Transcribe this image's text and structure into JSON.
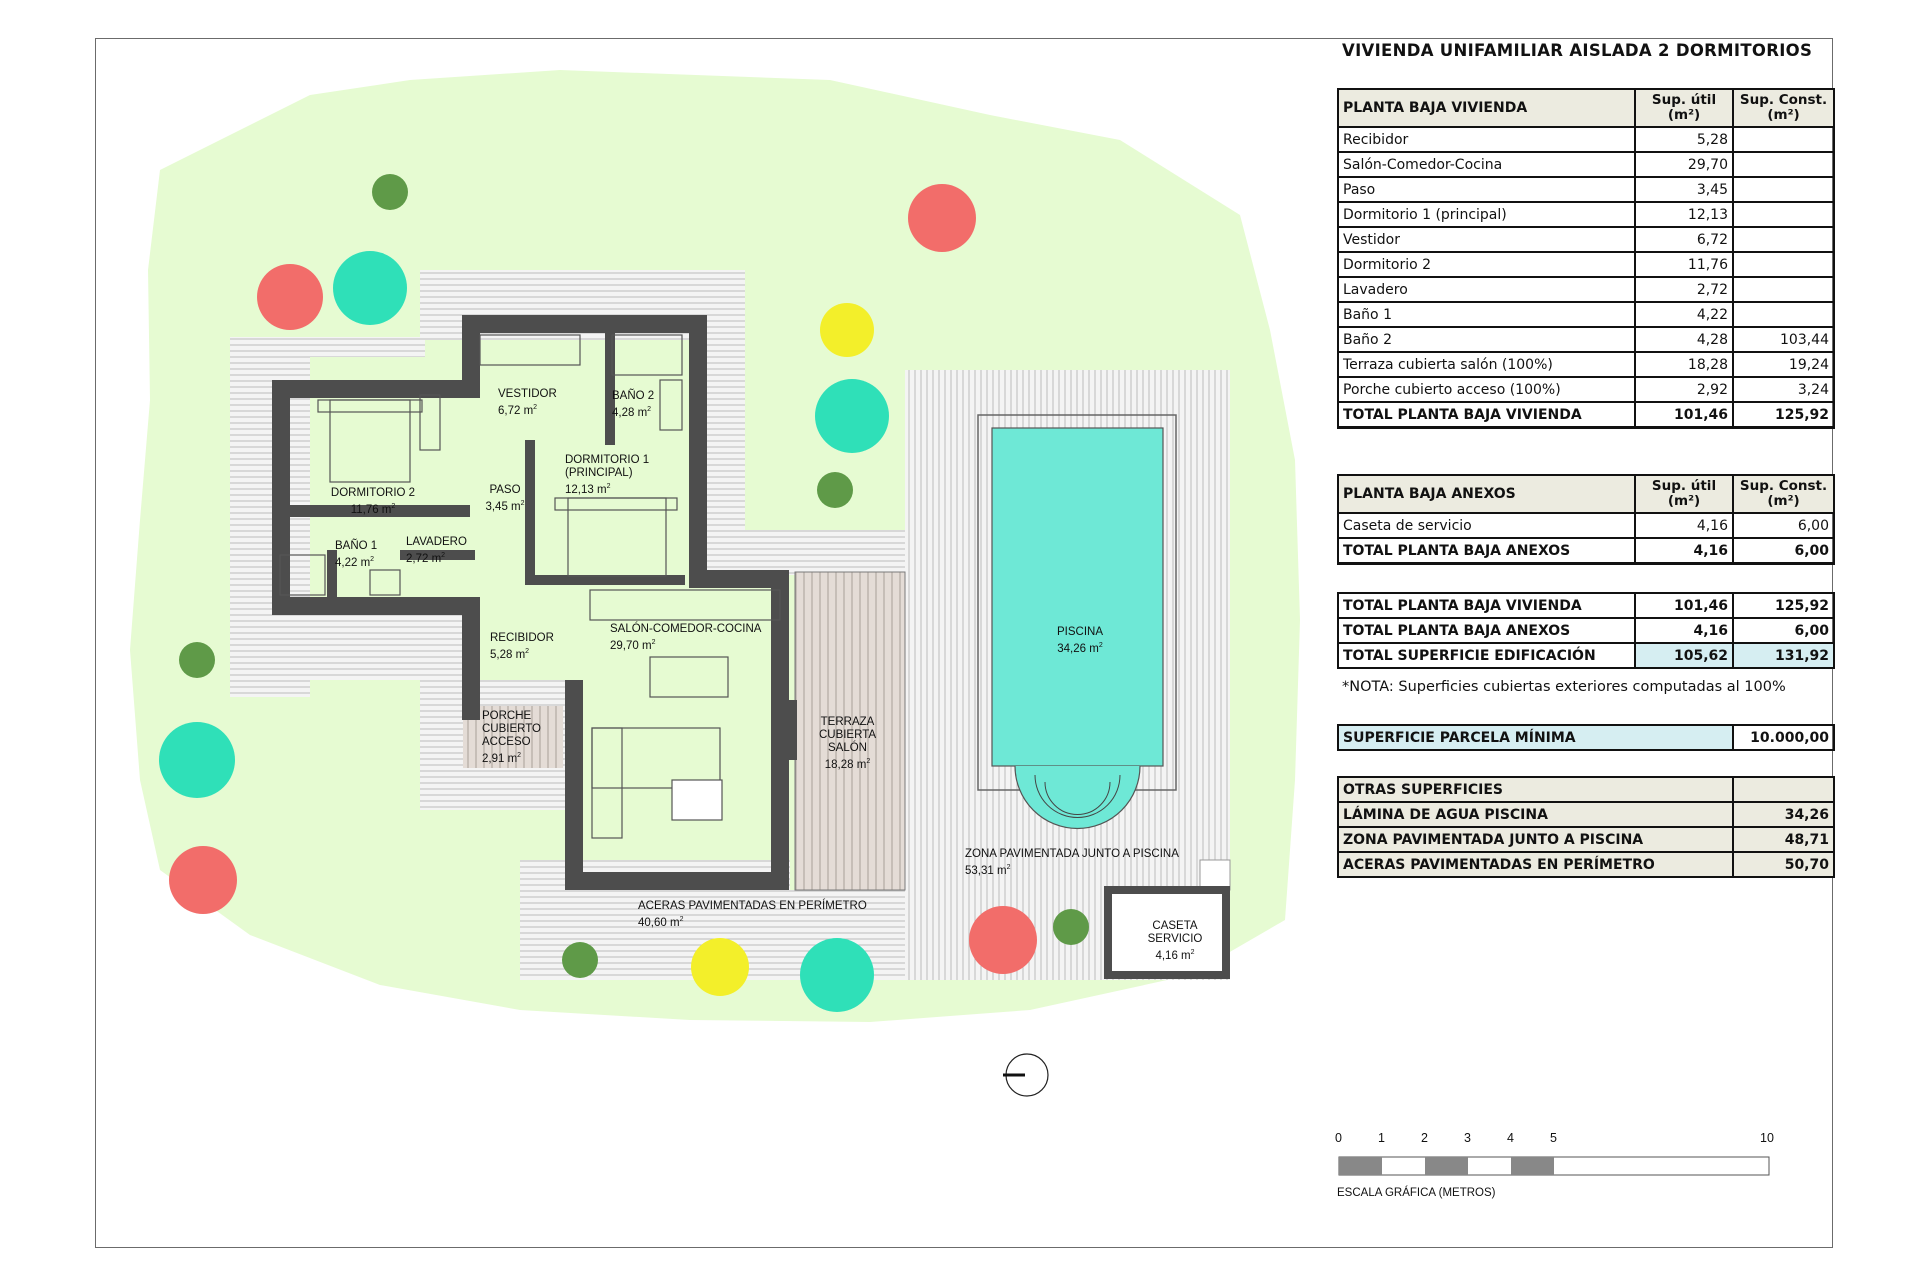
{
  "title": "VIVIENDA UNIFAMILIAR AISLADA 2 DORMITORIOS",
  "rooms": [
    {
      "id": "dormitorio2",
      "name": "DORMITORIO 2",
      "area": "11,76 m"
    },
    {
      "id": "vestidor",
      "name": "VESTIDOR",
      "area": "6,72 m"
    },
    {
      "id": "bano2",
      "name": "BAÑO 2",
      "area": "4,28 m"
    },
    {
      "id": "paso",
      "name": "PASO",
      "area": "3,45 m"
    },
    {
      "id": "dormitorio1",
      "name": "DORMITORIO 1\n(PRINCIPAL)",
      "area": "12,13 m"
    },
    {
      "id": "bano1",
      "name": "BAÑO 1",
      "area": "4,22 m"
    },
    {
      "id": "lavadero",
      "name": "LAVADERO",
      "area": "2,72 m"
    },
    {
      "id": "recibidor",
      "name": "RECIBIDOR",
      "area": "5,28 m"
    },
    {
      "id": "salon",
      "name": "SALÓN-COMEDOR-COCINA",
      "area": "29,70 m"
    },
    {
      "id": "porche",
      "name": "PORCHE\nCUBIERTO\nACCESO",
      "area": "2,91 m"
    },
    {
      "id": "terraza",
      "name": "TERRAZA\nCUBIERTA\nSALÓN",
      "area": "18,28 m"
    },
    {
      "id": "piscina",
      "name": "PISCINA",
      "area": "34,26 m"
    },
    {
      "id": "zona",
      "name": "ZONA PAVIMENTADA JUNTO A PISCINA",
      "area": "53,31 m"
    },
    {
      "id": "aceras",
      "name": "ACERAS PAVIMENTADAS EN PERÍMETRO",
      "area": "40,60 m"
    },
    {
      "id": "caseta",
      "name": "CASETA\nSERVICIO",
      "area": "4,16 m"
    }
  ],
  "area_unit_exp": "2",
  "colors": {
    "lawn": "#e6fbd2",
    "deck": "#cfcfcf",
    "walls": "#4d4d4d",
    "pool": "#6ee8d6",
    "red": "#f26d6a",
    "teal": "#2fe0b8",
    "yellow": "#f3ef2a",
    "green": "#5f9a48"
  },
  "table_vivienda": {
    "header": {
      "label": "PLANTA BAJA VIVIENDA",
      "col1": "Sup. útil\n(m²)",
      "col2": "Sup. Const.\n(m²)"
    },
    "rows": [
      {
        "label": "Recibidor",
        "util": "5,28",
        "const": ""
      },
      {
        "label": "Salón-Comedor-Cocina",
        "util": "29,70",
        "const": ""
      },
      {
        "label": "Paso",
        "util": "3,45",
        "const": ""
      },
      {
        "label": "Dormitorio 1 (principal)",
        "util": "12,13",
        "const": ""
      },
      {
        "label": "Vestidor",
        "util": "6,72",
        "const": ""
      },
      {
        "label": "Dormitorio 2",
        "util": "11,76",
        "const": ""
      },
      {
        "label": "Lavadero",
        "util": "2,72",
        "const": ""
      },
      {
        "label": "Baño 1",
        "util": "4,22",
        "const": ""
      },
      {
        "label": "Baño 2",
        "util": "4,28",
        "const": "103,44"
      },
      {
        "label": "Terraza cubierta salón (100%)",
        "util": "18,28",
        "const": "19,24"
      },
      {
        "label": "Porche cubierto acceso (100%)",
        "util": "2,92",
        "const": "3,24"
      }
    ],
    "total": {
      "label": "TOTAL PLANTA BAJA VIVIENDA",
      "util": "101,46",
      "const": "125,92"
    }
  },
  "table_anexos": {
    "header": {
      "label": "PLANTA BAJA ANEXOS",
      "col1": "Sup. útil\n(m²)",
      "col2": "Sup. Const.\n(m²)"
    },
    "rows": [
      {
        "label": "Caseta de servicio",
        "util": "4,16",
        "const": "6,00"
      }
    ],
    "total": {
      "label": "TOTAL PLANTA BAJA ANEXOS",
      "util": "4,16",
      "const": "6,00"
    }
  },
  "table_totales": {
    "rows": [
      {
        "label": "TOTAL PLANTA BAJA VIVIENDA",
        "util": "101,46",
        "const": "125,92"
      },
      {
        "label": "TOTAL PLANTA BAJA ANEXOS",
        "util": "4,16",
        "const": "6,00"
      },
      {
        "label": "TOTAL SUPERFICIE EDIFICACIÓN",
        "util": "105,62",
        "const": "131,92"
      }
    ]
  },
  "nota": "*NOTA: Superficies cubiertas exteriores computadas al 100%",
  "parcela": {
    "label": "SUPERFICIE PARCELA MÍNIMA",
    "value": "10.000,00"
  },
  "otras": {
    "header": "OTRAS SUPERFICIES",
    "rows": [
      {
        "label": "LÁMINA DE AGUA PISCINA",
        "value": "34,26"
      },
      {
        "label": "ZONA PAVIMENTADA JUNTO A PISCINA",
        "value": "48,71"
      },
      {
        "label": "ACERAS PAVIMENTADAS EN PERÍMETRO",
        "value": "50,70"
      }
    ]
  },
  "scale": {
    "ticks": [
      "0",
      "1",
      "2",
      "3",
      "4",
      "5",
      "10"
    ],
    "caption": "ESCALA GRÁFICA (METROS)"
  }
}
